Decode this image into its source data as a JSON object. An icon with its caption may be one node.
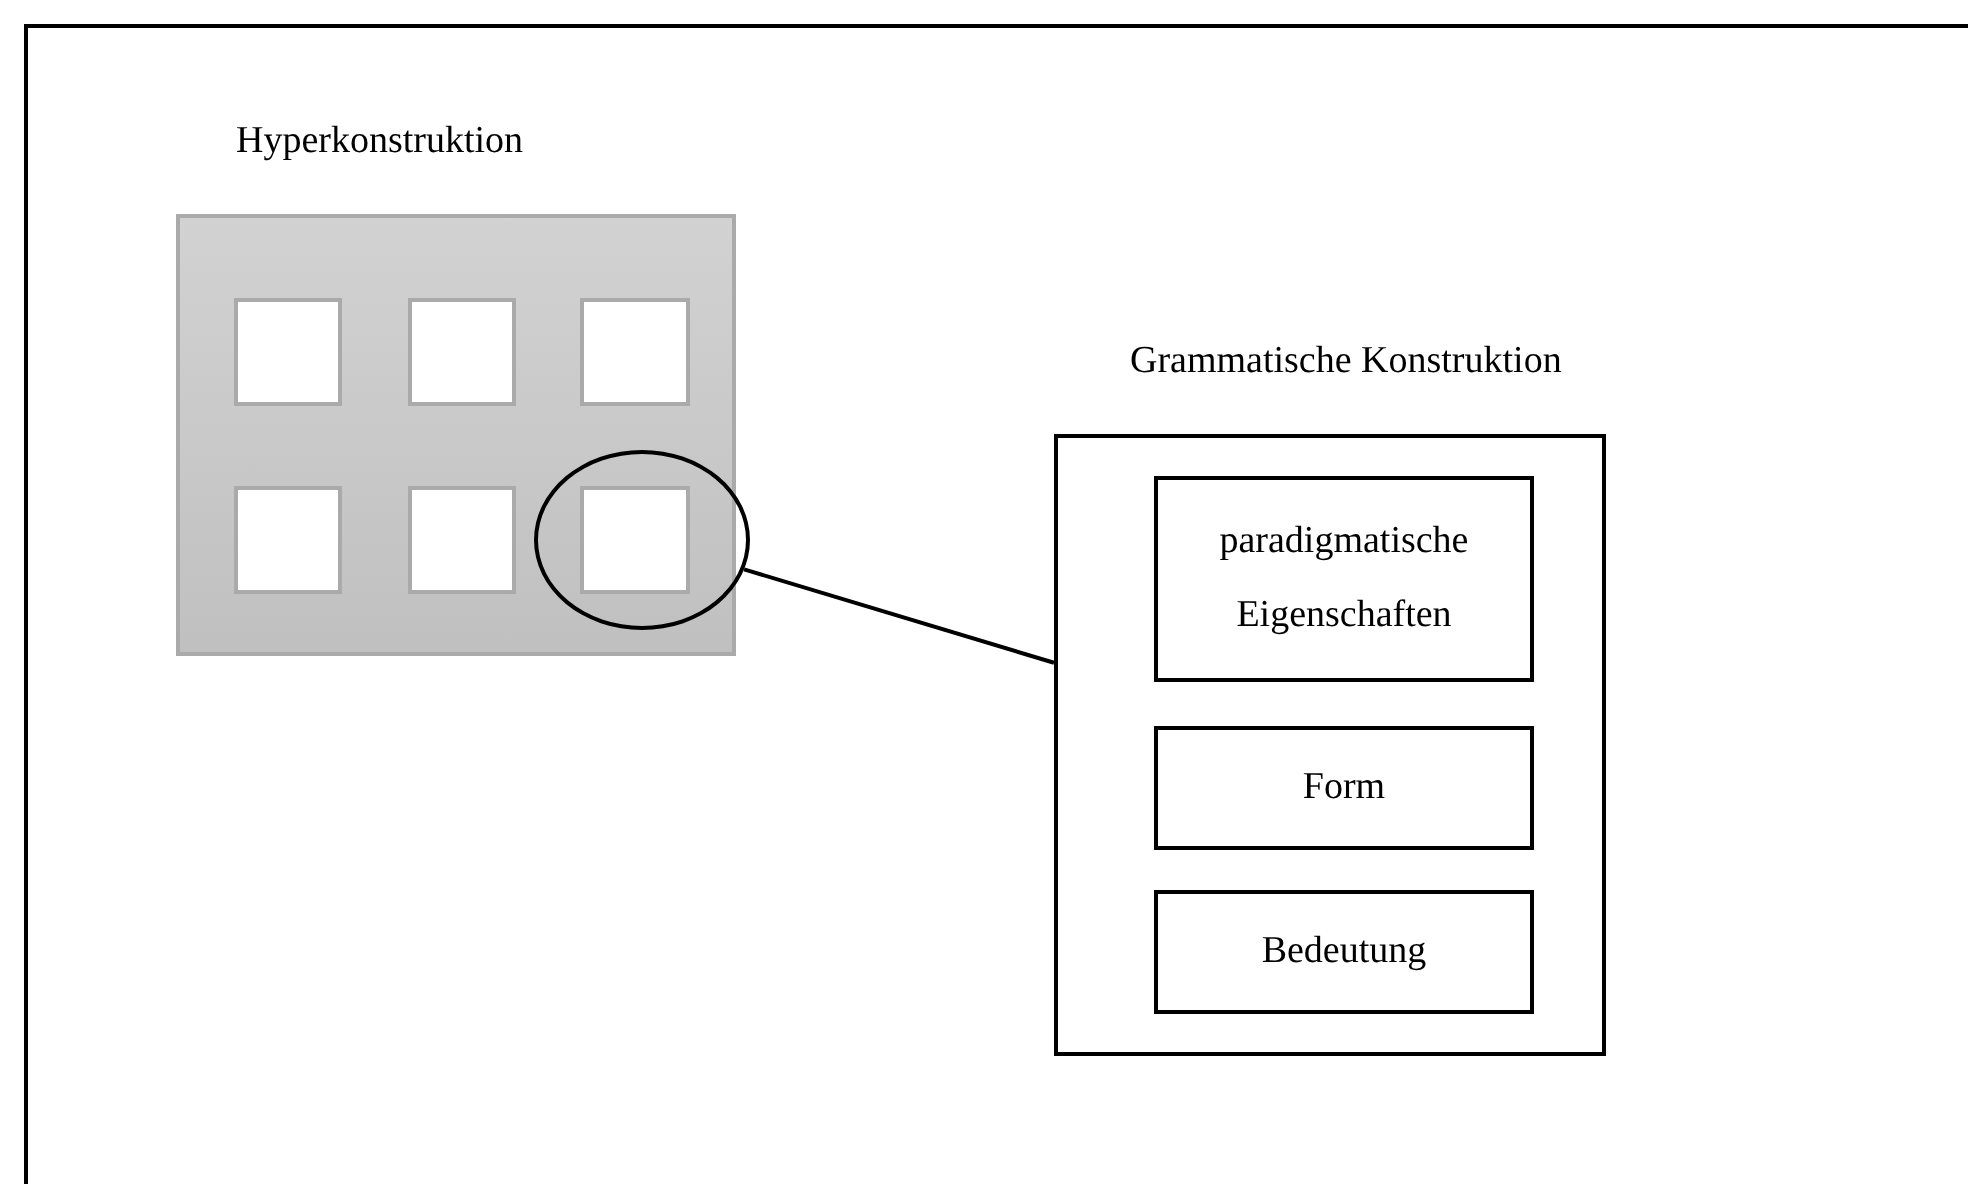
{
  "diagram": {
    "nodes": [
      {
        "text": [
          "Hyperkonstruktion"
        ]
      },
      {
        "text": [],
        "shape": "box",
        "in": 0
      },
      {
        "text": [],
        "shape": "box",
        "in": 0
      },
      {
        "text": [],
        "shape": "box",
        "in": 0
      },
      {
        "text": [],
        "shape": "box",
        "in": 0
      },
      {
        "text": [],
        "shape": "box",
        "in": 0
      },
      {
        "text": [],
        "shape": "circle"
      },
      {
        "text": [],
        "shape": "box",
        "in": 6
      },
      {
        "text": [
          "Grammatische Konstruktion"
        ]
      },
      {
        "text": [
          "paradigmatische Eigenschaften"
        ],
        "in": 8
      },
      {
        "text": [
          "Form"
        ],
        "in": 8
      },
      {
        "text": [
          "Bedeutung"
        ],
        "in": 8
      }
    ],
    "edges": [
      {
        "from": 6,
        "to": 8,
        "arrow": "none"
      }
    ]
  }
}
